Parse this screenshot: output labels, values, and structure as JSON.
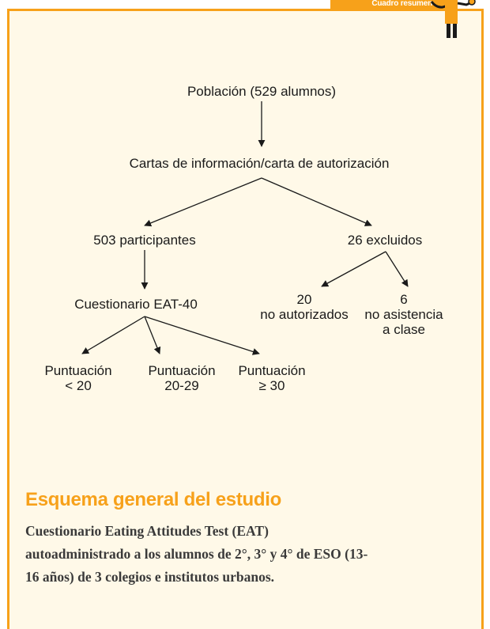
{
  "header": {
    "tag_label": "Cuadro resumen",
    "accent_color": "#f7a11a",
    "panel_color": "#fff9e8"
  },
  "flowchart": {
    "poblacion": "Población (529 alumnos)",
    "cartas": "Cartas de información/carta de autorización",
    "participantes": "503 participantes",
    "excluidos": "26 excluidos",
    "cuestionario": "Cuestionario EAT-40",
    "no_autorizados": [
      "20",
      "no autorizados"
    ],
    "no_asistencia": [
      "6",
      "no asistencia",
      "a clase"
    ],
    "puntuacion_1": [
      "Puntuación",
      "< 20"
    ],
    "puntuacion_2": [
      "Puntuación",
      "20-29"
    ],
    "puntuacion_3": [
      "Puntuación",
      "≥ 30"
    ]
  },
  "section": {
    "title": "Esquema general del estudio",
    "description_lines": [
      "Cuestionario Eating Attitudes Test (EAT)",
      "autoadministrado a los alumnos de 2°, 3° y 4° de ESO (13-",
      "16 años) de 3 colegios e institutos urbanos."
    ]
  }
}
